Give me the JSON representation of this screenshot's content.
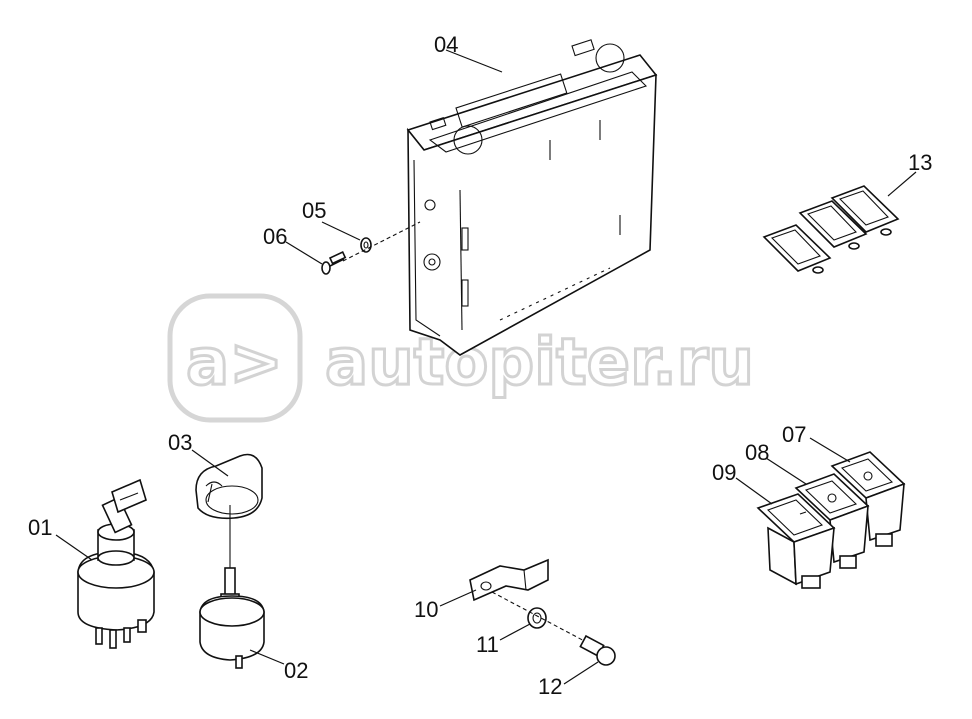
{
  "callouts": {
    "c01": "01",
    "c02": "02",
    "c03": "03",
    "c04": "04",
    "c05": "05",
    "c06": "06",
    "c07": "07",
    "c08": "08",
    "c09": "09",
    "c10": "10",
    "c11": "11",
    "c12": "12",
    "c13": "13"
  },
  "watermark": {
    "text": "autopiter.ru",
    "logo": "a>"
  }
}
